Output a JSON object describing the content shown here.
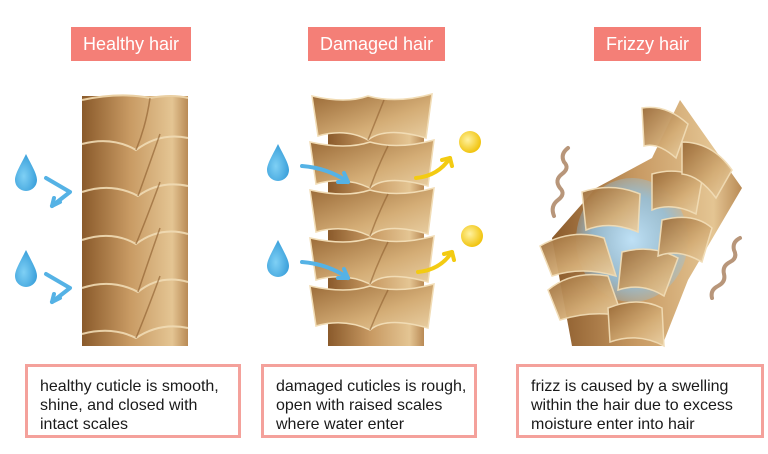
{
  "panels": [
    {
      "title": "Healthy hair",
      "caption_lines": [
        "healthy cuticle is smooth,",
        "shine, and closed with",
        "intact scales"
      ]
    },
    {
      "title": "Damaged hair",
      "caption_lines": [
        "damaged cuticles is rough,",
        "open with raised scales",
        "where water enter"
      ]
    },
    {
      "title": "Frizzy hair",
      "caption_lines": [
        "frizz is caused by a swelling",
        "within the hair due to excess",
        "moisture enter into hair"
      ]
    }
  ],
  "colors": {
    "badge": "#f47f77",
    "caption_border": "#f4a19b",
    "hair_dark": "#8a5a2b",
    "hair_light": "#e1bf8c",
    "water": "#4aa9e0",
    "shine": "#f3cb12",
    "frizz": "#b8967a"
  }
}
